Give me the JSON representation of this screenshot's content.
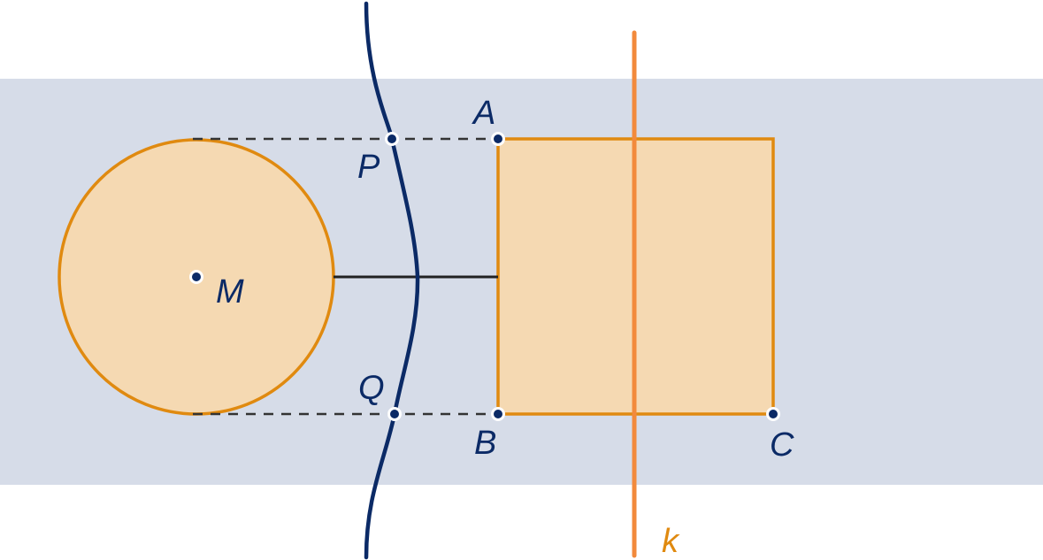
{
  "labels": {
    "A": "A",
    "B": "B",
    "C": "C",
    "M": "M",
    "P": "P",
    "Q": "Q",
    "k": "k"
  },
  "colors": {
    "band": "#d6dce8",
    "shape_fill": "#f5d9b2",
    "shape_stroke": "#e08a10",
    "line_k": "#f28a3c",
    "label_k": "#e08a10",
    "curve": "#0b2a66",
    "dashed": "#333333",
    "connector": "#222222",
    "point": "#0b2a66",
    "label": "#0b2a66"
  }
}
